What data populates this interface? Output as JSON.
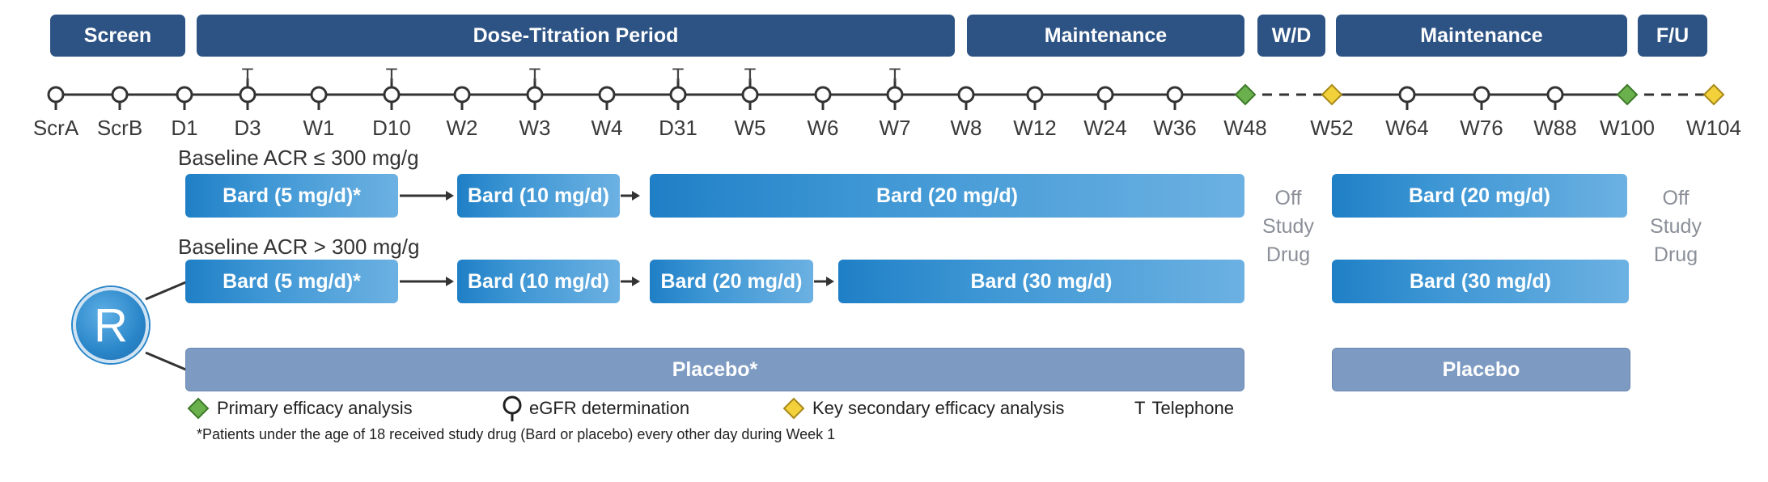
{
  "phases": {
    "screen": "Screen",
    "titration": "Dose-Titration Period",
    "maintenance1": "Maintenance",
    "wd": "W/D",
    "maintenance2": "Maintenance",
    "fu": "F/U"
  },
  "timepoints": [
    "ScrA",
    "ScrB",
    "D1",
    "D3",
    "W1",
    "D10",
    "W2",
    "W3",
    "W4",
    "D31",
    "W5",
    "W6",
    "W7",
    "W8",
    "W12",
    "W24",
    "W36",
    "W48",
    "W52",
    "W64",
    "W76",
    "W88",
    "W100",
    "W104"
  ],
  "telephone_marker": "T",
  "cohorts": {
    "low": {
      "label": "Baseline ACR ≤ 300 mg/g",
      "doses": [
        "Bard (5 mg/d)*",
        "Bard (10 mg/d)",
        "Bard (20 mg/d)"
      ],
      "maintenance": "Bard (20 mg/d)"
    },
    "high": {
      "label": "Baseline ACR > 300 mg/g",
      "doses": [
        "Bard (5 mg/d)*",
        "Bard (10 mg/d)",
        "Bard (20 mg/d)",
        "Bard (30 mg/d)"
      ],
      "maintenance": "Bard (30 mg/d)"
    },
    "placebo": {
      "main": "Placebo*",
      "maintenance": "Placebo"
    }
  },
  "off_study": {
    "line1": "Off",
    "line2": "Study",
    "line3": "Drug"
  },
  "randomization": "R",
  "legend": {
    "primary": "Primary efficacy analysis",
    "egfr": "eGFR determination",
    "secondary": "Key secondary efficacy analysis",
    "tel_letter": "T",
    "tel_text": "Telephone"
  },
  "footnote": "*Patients under the age of 18 received study drug (Bard or placebo) every other day during Week 1",
  "colors": {
    "phase_header": "#2d5384",
    "bard_bar": "#2a86c9",
    "placebo_bar": "#7d9bc2",
    "primary_diamond": "#6ab04c",
    "secondary_diamond": "#f2d13b"
  }
}
